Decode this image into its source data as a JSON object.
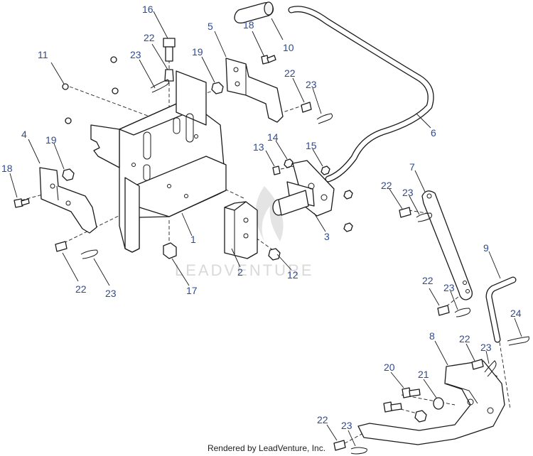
{
  "diagram": {
    "callout_color": "#2b4a9a",
    "line_color": "#1a1a1a",
    "watermark": {
      "text": "LEADVENTURE",
      "color": "#d9d9d9"
    },
    "credit": "Rendered by LeadVenture, Inc.",
    "callouts": [
      {
        "id": "c16-top",
        "label": "16"
      },
      {
        "id": "c22-top",
        "label": "22"
      },
      {
        "id": "c23-top",
        "label": "23"
      },
      {
        "id": "c11",
        "label": "11"
      },
      {
        "id": "c5",
        "label": "5"
      },
      {
        "id": "c18-top",
        "label": "18"
      },
      {
        "id": "c19-top",
        "label": "19"
      },
      {
        "id": "c10",
        "label": "10"
      },
      {
        "id": "c22-mid",
        "label": "22"
      },
      {
        "id": "c23-mid",
        "label": "23"
      },
      {
        "id": "c6",
        "label": "6"
      },
      {
        "id": "c4",
        "label": "4"
      },
      {
        "id": "c19-left",
        "label": "19"
      },
      {
        "id": "c18-left",
        "label": "18"
      },
      {
        "id": "c14",
        "label": "14"
      },
      {
        "id": "c13",
        "label": "13"
      },
      {
        "id": "c15",
        "label": "15"
      },
      {
        "id": "c7",
        "label": "7"
      },
      {
        "id": "c22-r1",
        "label": "22"
      },
      {
        "id": "c23-r1",
        "label": "23"
      },
      {
        "id": "c1",
        "label": "1"
      },
      {
        "id": "c3",
        "label": "3"
      },
      {
        "id": "c2",
        "label": "2"
      },
      {
        "id": "c12",
        "label": "12"
      },
      {
        "id": "c17",
        "label": "17"
      },
      {
        "id": "c22-bl",
        "label": "22"
      },
      {
        "id": "c23-bl",
        "label": "23"
      },
      {
        "id": "c9",
        "label": "9"
      },
      {
        "id": "c22-r2",
        "label": "22"
      },
      {
        "id": "c23-r2",
        "label": "23"
      },
      {
        "id": "c24",
        "label": "24"
      },
      {
        "id": "c8",
        "label": "8"
      },
      {
        "id": "c22-r3",
        "label": "22"
      },
      {
        "id": "c23-r3",
        "label": "23"
      },
      {
        "id": "c20",
        "label": "20"
      },
      {
        "id": "c21",
        "label": "21"
      },
      {
        "id": "c22-bot",
        "label": "22"
      },
      {
        "id": "c23-bot",
        "label": "23"
      }
    ]
  }
}
